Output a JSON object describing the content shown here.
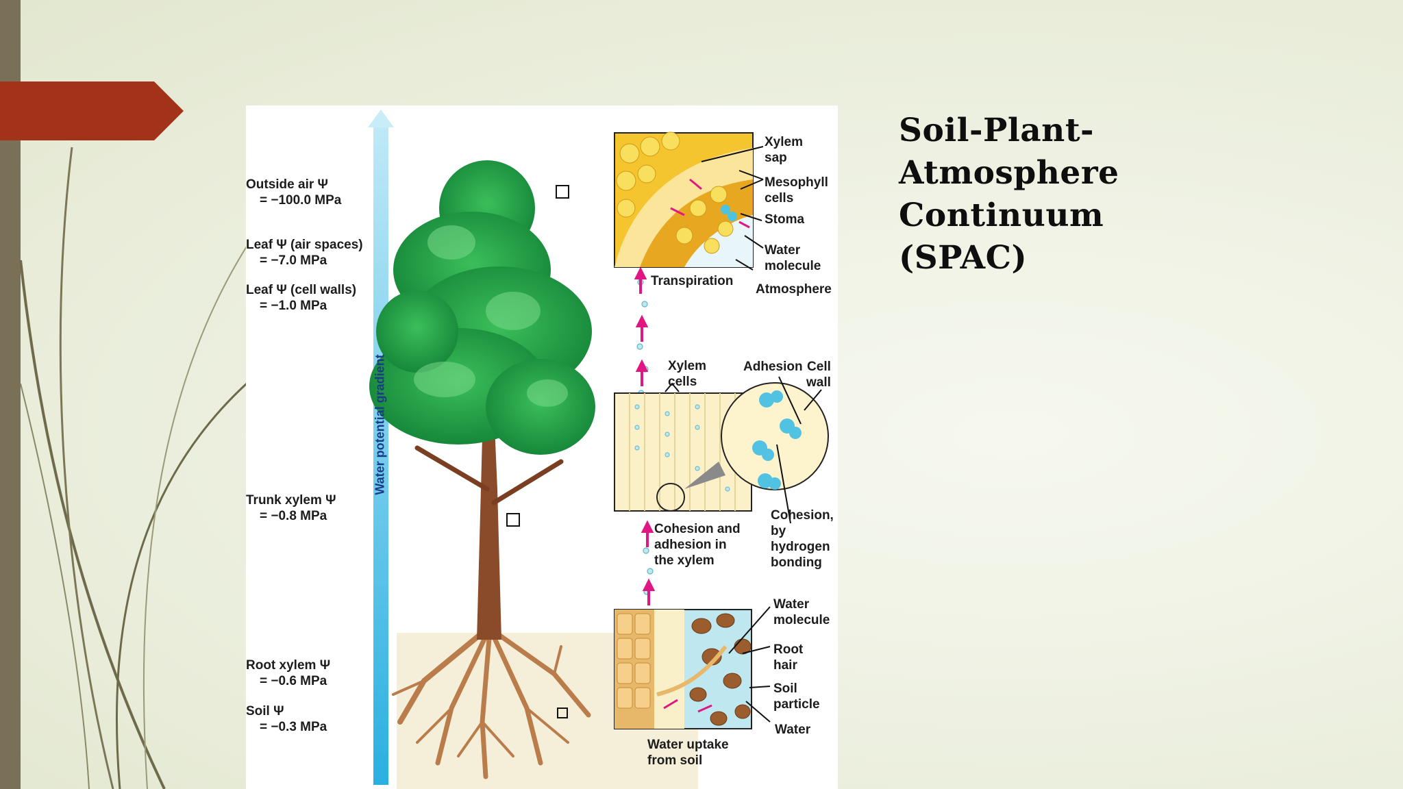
{
  "slide": {
    "title": "Soil-Plant-\nAtmosphere\nContinuum\n(SPAC)"
  },
  "figure": {
    "gradient_axis_label": "Water potential gradient",
    "potentials": [
      {
        "name": "Outside air Ψ",
        "value": "= −100.0 MPa"
      },
      {
        "name": "Leaf Ψ (air spaces)",
        "value": "= −7.0 MPa"
      },
      {
        "name": "Leaf Ψ (cell walls)",
        "value": "= −1.0 MPa"
      },
      {
        "name": "Trunk xylem Ψ",
        "value": "= −0.8 MPa"
      },
      {
        "name": "Root xylem Ψ",
        "value": "= −0.6 MPa"
      },
      {
        "name": "Soil Ψ",
        "value": "= −0.3 MPa"
      }
    ],
    "leaf_panel": {
      "xylem_sap": "Xylem\nsap",
      "mesophyll": "Mesophyll\ncells",
      "stoma": "Stoma",
      "water_molecule": "Water\nmolecule",
      "atmosphere": "Atmosphere",
      "caption": "Transpiration"
    },
    "xylem_panel": {
      "xylem_cells": "Xylem\ncells",
      "adhesion": "Adhesion",
      "cell_wall": "Cell\nwall",
      "cohesion": "Cohesion,\nby\nhydrogen\nbonding",
      "caption": "Cohesion and\nadhesion in\nthe xylem"
    },
    "root_panel": {
      "water_molecule": "Water\nmolecule",
      "root_hair": "Root\nhair",
      "soil_particle": "Soil\nparticle",
      "water": "Water",
      "caption": "Water uptake\nfrom soil"
    }
  },
  "colors": {
    "accent": "#a33318",
    "side_bar": "#7a7058",
    "leaf_green": "#2fa84a",
    "trunk": "#8a4b2a",
    "gradient_arrow": "#27b6e3"
  }
}
